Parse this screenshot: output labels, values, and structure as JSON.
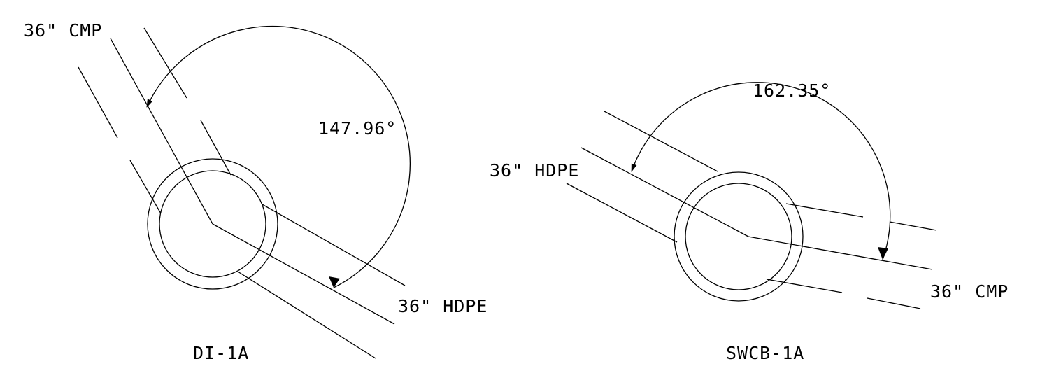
{
  "colors": {
    "line": "#000000",
    "background": "#ffffff"
  },
  "details": [
    {
      "id": "di-1a",
      "name": "DI-1A",
      "angle": "147.96°",
      "pipes": [
        {
          "label": "36\" CMP"
        },
        {
          "label": "36\" HDPE"
        }
      ]
    },
    {
      "id": "swcb-1a",
      "name": "SWCB-1A",
      "angle": "162.35°",
      "pipes": [
        {
          "label": "36\" HDPE"
        },
        {
          "label": "36\" CMP"
        }
      ]
    }
  ]
}
